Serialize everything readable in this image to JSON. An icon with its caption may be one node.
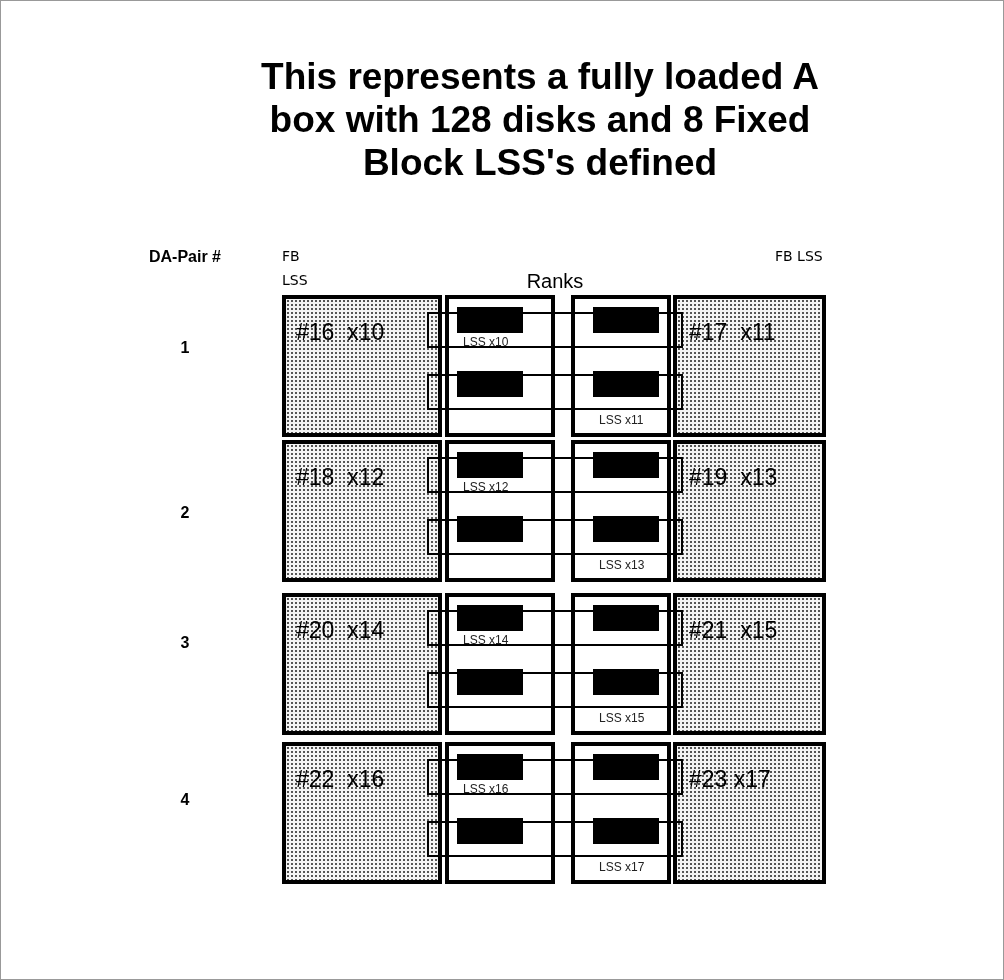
{
  "diagram": {
    "title": "This represents a fully loaded A box with 128 disks and 8 Fixed Block LSS's defined",
    "nodes": [
      {
        "text": [
          "#16  x10"
        ]
      },
      {
        "text": [
          "LSS x10"
        ]
      },
      {
        "text": [],
        "shape": "bar",
        "in": 1
      },
      {
        "text": [],
        "shape": "bar",
        "in": 1
      },
      {
        "text": [
          "LSS x11"
        ]
      },
      {
        "text": [],
        "shape": "bar",
        "in": 4
      },
      {
        "text": [],
        "shape": "bar",
        "in": 4
      },
      {
        "text": [
          "#17  x11"
        ]
      },
      {
        "text": [
          "#18  x12"
        ]
      },
      {
        "text": [
          "LSS x12"
        ]
      },
      {
        "text": [],
        "shape": "bar",
        "in": 9
      },
      {
        "text": [],
        "shape": "bar",
        "in": 9
      },
      {
        "text": [
          "LSS x13"
        ]
      },
      {
        "text": [],
        "shape": "bar",
        "in": 12
      },
      {
        "text": [],
        "shape": "bar",
        "in": 12
      },
      {
        "text": [
          "#19  x13"
        ]
      },
      {
        "text": [
          "#20  x14"
        ]
      },
      {
        "text": [
          "LSS x14"
        ]
      },
      {
        "text": [],
        "shape": "bar",
        "in": 17
      },
      {
        "text": [],
        "shape": "bar",
        "in": 17
      },
      {
        "text": [
          "LSS x15"
        ]
      },
      {
        "text": [],
        "shape": "bar",
        "in": 20
      },
      {
        "text": [],
        "shape": "bar",
        "in": 20
      },
      {
        "text": [
          "#21  x15"
        ]
      },
      {
        "text": [
          "#22  x16"
        ]
      },
      {
        "text": [
          "LSS x16"
        ]
      },
      {
        "text": [],
        "shape": "bar",
        "in": 25
      },
      {
        "text": [],
        "shape": "bar",
        "in": 25
      },
      {
        "text": [
          "LSS x17"
        ]
      },
      {
        "text": [],
        "shape": "bar",
        "in": 28
      },
      {
        "text": [],
        "shape": "bar",
        "in": 28
      },
      {
        "text": [
          "#23 x17"
        ]
      }
    ],
    "labels": [
      "DA-Pair #",
      "FB LSS",
      "Ranks",
      "FB LSS",
      "1",
      "2",
      "3",
      "4"
    ]
  }
}
